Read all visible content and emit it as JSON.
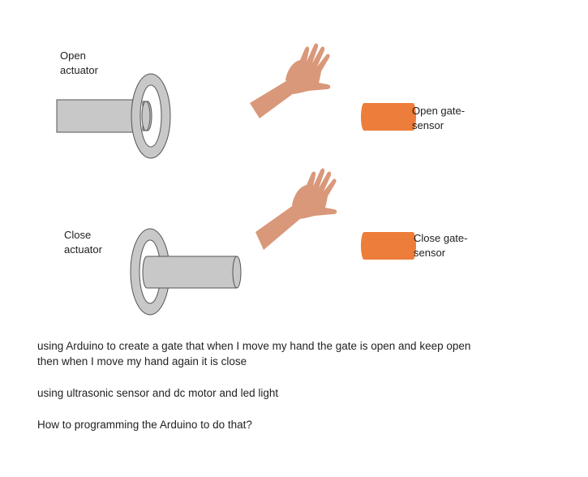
{
  "labels": {
    "open_actuator": [
      "Open",
      "actuator"
    ],
    "close_actuator": [
      "Close",
      "actuator"
    ],
    "open_sensor": [
      "Open gate-",
      "sensor"
    ],
    "close_sensor": [
      "Close gate-",
      "sensor"
    ]
  },
  "text": {
    "para1_line1": "using Arduino to create a gate that when I move my hand the gate is open and keep open",
    "para1_line2": "then when I move my hand again it is close",
    "para2": "using ultrasonic sensor and dc motor and led light",
    "para3": "How to programming the Arduino to do that?"
  },
  "colors": {
    "actuator_fill": "#c8c8c8",
    "actuator_stroke": "#555555",
    "hand": "#d9987a",
    "sensor": "#ed7d3a"
  }
}
